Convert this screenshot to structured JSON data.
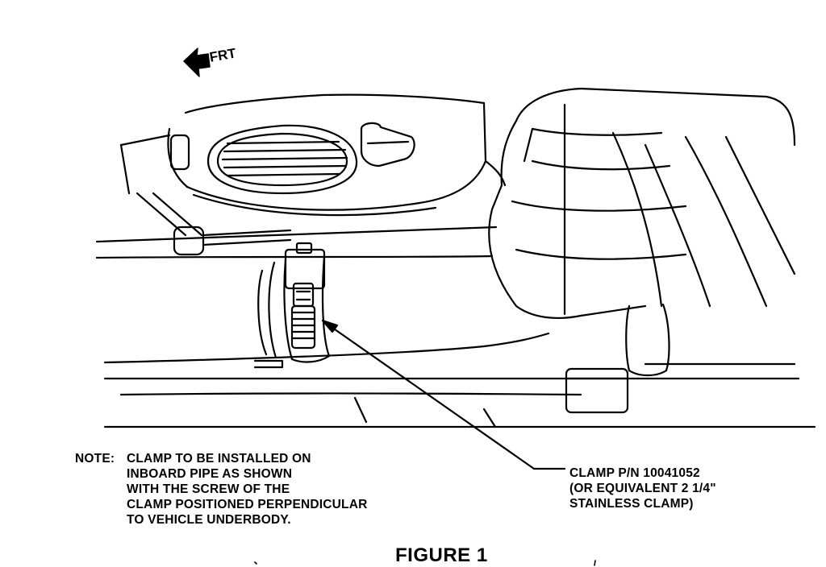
{
  "orientation": {
    "label": "FRT",
    "arrow_icon": "left-arrow-icon"
  },
  "note": {
    "heading": "NOTE:",
    "lines": [
      "CLAMP TO BE INSTALLED ON",
      "INBOARD PIPE AS SHOWN",
      "WITH THE SCREW OF THE",
      "CLAMP POSITIONED PERPENDICULAR",
      "TO VEHICLE UNDERBODY."
    ]
  },
  "callout": {
    "lines": [
      "CLAMP P/N 10041052",
      "(OR EQUIVALENT 2 1/4\"",
      "STAINLESS CLAMP)"
    ]
  },
  "caption": "FIGURE 1",
  "colors": {
    "ink": "#000000",
    "paper": "#ffffff"
  }
}
